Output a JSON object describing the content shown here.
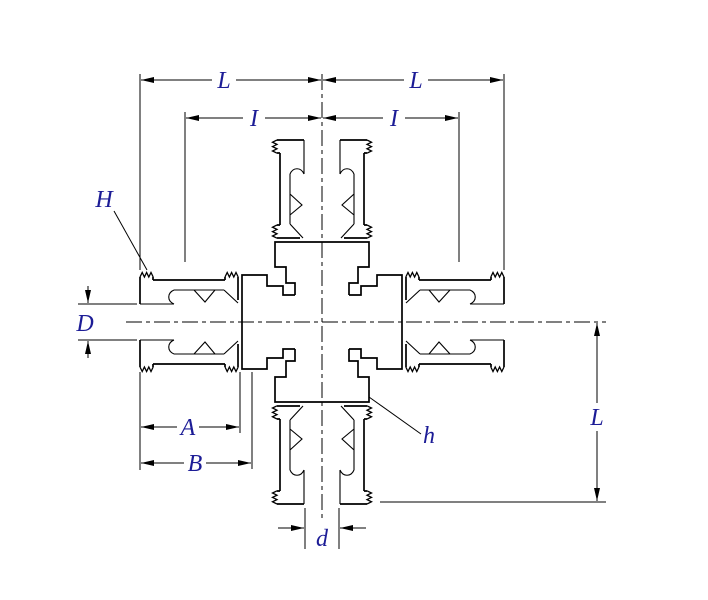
{
  "drawing": {
    "type": "technical-dimension-drawing",
    "subject": "4-way cross compression tube fitting with nuts and ferrules",
    "background": "#ffffff",
    "line_color": "#000000",
    "label_color": "#1c1c96",
    "labels": {
      "L_top_left": "L",
      "L_top_right": "L",
      "I_left": "I",
      "I_right": "I",
      "H": "H",
      "D": "D",
      "A": "A",
      "B": "B",
      "h": "h",
      "d": "d",
      "L_right": "L"
    }
  }
}
